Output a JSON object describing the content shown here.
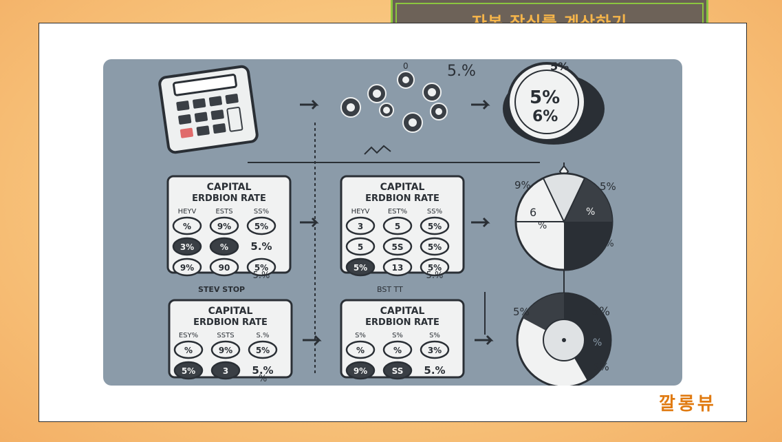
{
  "title": "자본 잠식률 계산하기",
  "watermark": "깔롱뷰",
  "diagram": {
    "top_labels": {
      "gear_percent": "5.%",
      "gear_zero": "0",
      "coin_label": "5%",
      "coin_line1": "5%",
      "coin_line2": "6%"
    },
    "panels": [
      {
        "title1": "CAPITAL",
        "title2": "ERDBION RATE",
        "headers": [
          "HEYV",
          "ESTS",
          "SS%"
        ],
        "rows": [
          [
            "%",
            "9%",
            "5%"
          ],
          [
            "3%",
            "%",
            "5.%"
          ],
          [
            "9%",
            "90",
            "5%"
          ]
        ],
        "extra": "5.%"
      },
      {
        "title1": "CAPITAL",
        "title2": "ERDBION RATE",
        "headers": [
          "HEYV",
          "EST%",
          "SS%"
        ],
        "rows": [
          [
            "3",
            "5",
            "5%"
          ],
          [
            "5",
            "5S",
            "5%"
          ],
          [
            "5%",
            "13",
            "5%"
          ]
        ],
        "extra": "5.%"
      },
      {
        "title1": "CAPITAL",
        "title2": "ERDBION RATE",
        "headers": [
          "ESY%",
          "SSTS",
          "S.%"
        ],
        "rows": [
          [
            "%",
            "9%",
            "5%"
          ],
          [
            "5%",
            "3",
            "5.%"
          ]
        ],
        "extra": "%"
      },
      {
        "title1": "CAPITAL",
        "title2": "ERDBION RATE",
        "headers": [
          "S%",
          "S%",
          "S%"
        ],
        "rows": [
          [
            "%",
            "%",
            "3%"
          ],
          [
            "9%",
            "SS",
            "5.%"
          ]
        ],
        "extra": ""
      }
    ],
    "step_left": "STEV STOP",
    "step_right": "BST TT",
    "pie1": {
      "label_tl": "9%",
      "label_tr": "5%",
      "label_br": "S%",
      "slice_text": "%",
      "inner1": "6",
      "inner2": "%"
    },
    "pie2": {
      "label_tl": "5%",
      "label_tr": "5%",
      "label_br": "5%",
      "slice_text": "%"
    }
  },
  "colors": {
    "illustration_bg": "#8a9aa8",
    "title_text": "#f6b54a",
    "banner_bg": "#6a5f55",
    "banner_border": "#8cc63f",
    "watermark": "#e07a10"
  }
}
